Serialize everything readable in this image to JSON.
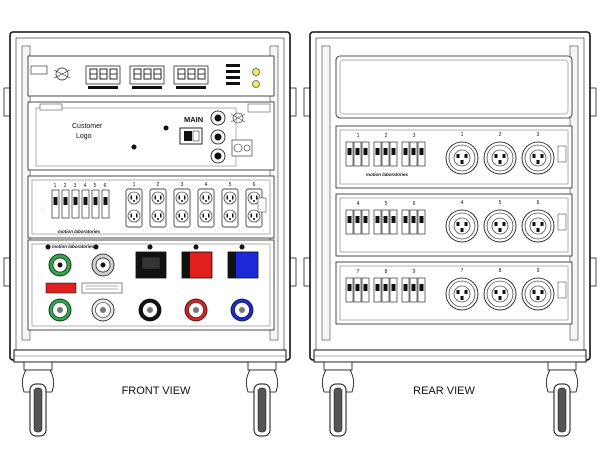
{
  "front": {
    "view_label": "FRONT VIEW",
    "customer_logo": [
      "Customer",
      "Logo"
    ],
    "main_label": "MAIN",
    "meter_count": 3,
    "breaker_numbers": [
      "1",
      "2",
      "3",
      "4",
      "5",
      "6"
    ],
    "outlet_numbers": [
      "1",
      "2",
      "3",
      "4",
      "5",
      "6"
    ],
    "brand": "motion laboratories",
    "connector_colors": {
      "red": "#e0201c",
      "blue": "#1a2ad8",
      "green": "#2da84a",
      "black": "#111111"
    }
  },
  "rear": {
    "view_label": "REAR  VIEW",
    "brand": "motion laboratories",
    "sections": [
      {
        "breakers": [
          "1",
          "2",
          "3"
        ],
        "connectors": [
          "1",
          "2",
          "3"
        ]
      },
      {
        "breakers": [
          "4",
          "5",
          "6"
        ],
        "connectors": [
          "4",
          "5",
          "6"
        ]
      },
      {
        "breakers": [
          "7",
          "8",
          "9"
        ],
        "connectors": [
          "7",
          "8",
          "9"
        ]
      }
    ]
  }
}
